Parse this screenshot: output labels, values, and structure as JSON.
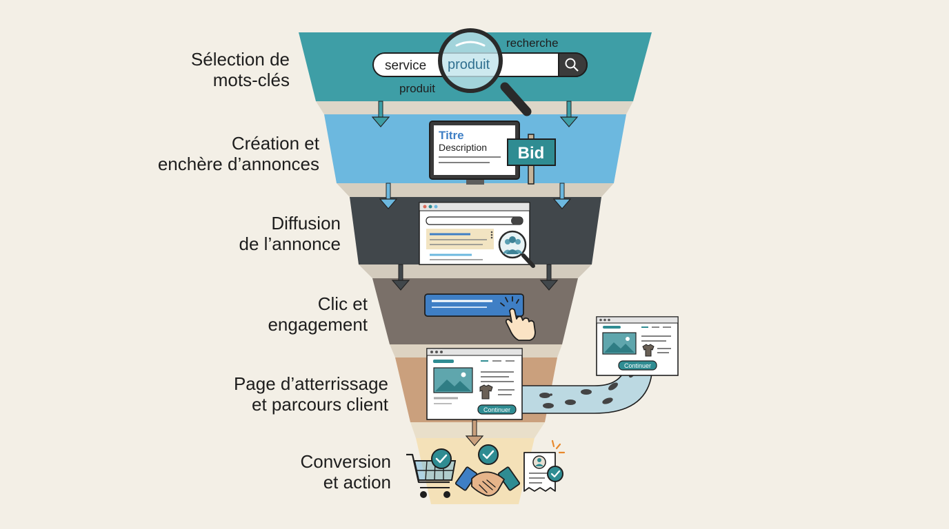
{
  "stages": [
    {
      "line1": "Sélection de",
      "line2": "mots-clés"
    },
    {
      "line1": "Création et",
      "line2": "enchère d’annonces"
    },
    {
      "line1": "Diffusion",
      "line2": "de l’annonce"
    },
    {
      "line1": "Clic et",
      "line2": "engagement"
    },
    {
      "line1": "Page d’atterrissage",
      "line2": "et parcours client"
    },
    {
      "line1": "Conversion",
      "line2": "et action"
    }
  ],
  "keywords": {
    "search_term_1": "service",
    "search_term_2": "produit",
    "floating_1": "recherche",
    "floating_2": "produit"
  },
  "ad": {
    "title": "Titre",
    "description": "Description",
    "bid": "Bid"
  },
  "landing": {
    "continue_main": "Continuer",
    "continue_side": "Continuer"
  },
  "colors": {
    "background": "#f3efe6",
    "stage1": "#3e9ea6",
    "stage2": "#6cb8df",
    "stage3": "#41474b",
    "stage4": "#7a7069",
    "stage5": "#caa07d",
    "stage6": "#f4e1b8",
    "accent_teal": "#2f8c92",
    "accent_blue": "#3f7fc5"
  }
}
